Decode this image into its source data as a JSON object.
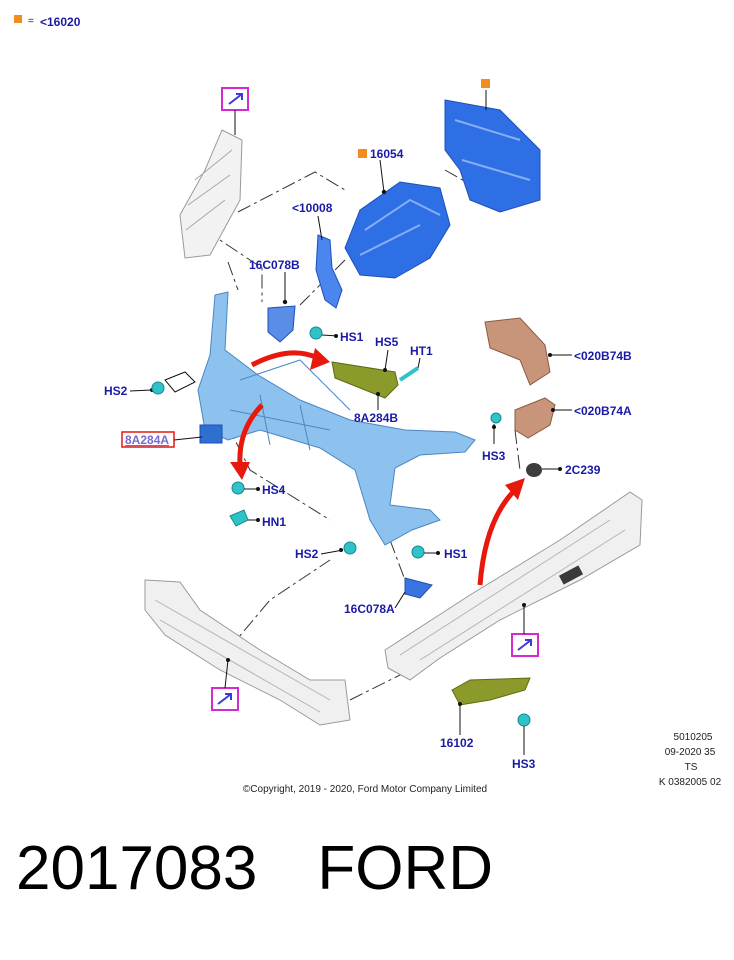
{
  "legend": {
    "marker_color": "#f28c1e",
    "equals": "=",
    "text": "<16020"
  },
  "labels": {
    "l16054": "16054",
    "l10008": "<10008",
    "l16C078B": "16C078B",
    "lHS1_top": "HS1",
    "lHS5": "HS5",
    "lHT1": "HT1",
    "l8A284B": "8A284B",
    "lHS2_left": "HS2",
    "l8A284A": "8A284A",
    "lHS4": "HS4",
    "lHN1": "HN1",
    "lHS2_bottom": "HS2",
    "lHS1_bottom": "HS1",
    "l16C078A": "16C078A",
    "l020B74B": "<020B74B",
    "l020B74A": "<020B74A",
    "lHS3_right": "HS3",
    "l2C239": "2C239",
    "l16102": "16102",
    "lHS3_bottom": "HS3"
  },
  "stamp": {
    "line1": "5010205",
    "line2": "09-2020 35",
    "line3": "TS",
    "line4": "K 0382005 02"
  },
  "copyright": "©Copyright, 2019 - 2020, Ford Motor Company Limited",
  "footer": {
    "part_number": "2017083",
    "brand": "FORD"
  },
  "colors": {
    "blue_part": "#2f6fe6",
    "light_blue": "#8ec2ee",
    "olive": "#8b9a2a",
    "tan": "#c8957a",
    "magenta_box": "#d42ad0",
    "red_arrow": "#e8180c",
    "teal_fastener": "#2fc2c8"
  }
}
